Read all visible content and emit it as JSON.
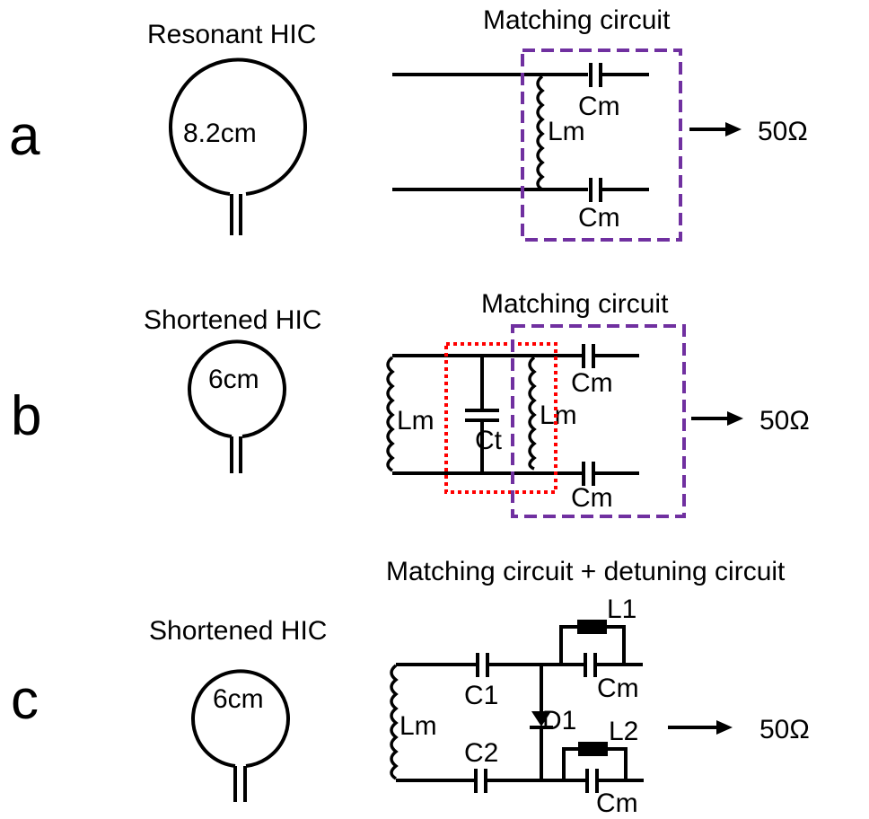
{
  "figure": {
    "colors": {
      "wire": "#000000",
      "matching_box": "#7030a0",
      "tuning_box": "#ff0000",
      "background": "#ffffff"
    },
    "panels": [
      {
        "letter": "a",
        "coil_title": "Resonant HIC",
        "coil_size": "8.2cm",
        "circuit_title": "Matching circuit",
        "labels": {
          "inductor": "Lm",
          "cap_top": "Cm",
          "cap_bottom": "Cm"
        },
        "output": "50Ω"
      },
      {
        "letter": "b",
        "coil_title": "Shortened HIC",
        "coil_size": "6cm",
        "circuit_title": "Matching circuit",
        "labels": {
          "inductor_left": "Lm",
          "tuning_cap": "Ct",
          "inductor_right": "Lm",
          "cap_top": "Cm",
          "cap_bottom": "Cm"
        },
        "output": "50Ω"
      },
      {
        "letter": "c",
        "coil_title": "Shortened HIC",
        "coil_size": "6cm",
        "circuit_title": "Matching circuit + detuning circuit",
        "labels": {
          "inductor": "Lm",
          "c1": "C1",
          "c2": "C2",
          "diode": "D1",
          "l1": "L1",
          "l2": "L2",
          "cap_top": "Cm",
          "cap_bottom": "Cm"
        },
        "output": "50Ω"
      }
    ]
  }
}
